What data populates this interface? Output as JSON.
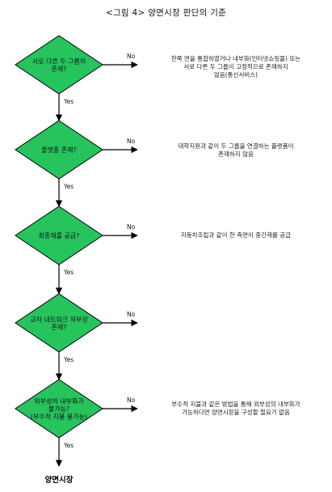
{
  "title": "<그림 4> 양면시장 판단의 기준",
  "colors": {
    "diamond_fill": "#27c45e",
    "stroke": "#000000"
  },
  "steps": [
    {
      "question": [
        "서로 다른 두 그룹이",
        "존재?"
      ],
      "no_label": "No",
      "yes_label": "Yes",
      "no_note": [
        "한쪽 면을 통합하였거나 내부화(인터넷쇼핑몰) 또는",
        "서로 다른 두 그룹이 고정적으로 존재하지",
        "않음(통신서비스)"
      ]
    },
    {
      "question": [
        "플랫폼 존재?"
      ],
      "no_label": "No",
      "yes_label": "Yes",
      "no_note": [
        "대학지원과 같이 두 그룹을 연결하는 플랫폼이",
        "존재하지 않음"
      ]
    },
    {
      "question": [
        "최종재를 공급?"
      ],
      "no_label": "No",
      "yes_label": "Yes",
      "no_note": [
        "자동차조립과 같이 한 측면이 중간재를 공급"
      ]
    },
    {
      "question": [
        "교차 네트워크 외부성",
        "존재?"
      ],
      "no_label": "No",
      "yes_label": "Yes",
      "no_note": []
    },
    {
      "question": [
        "외부성의 내부화가",
        "불가능?",
        "(부수적 지불 불가능)"
      ],
      "no_label": "No",
      "yes_label": "Yes",
      "no_note": [
        "부수적 지불과 같은 방법을 통해 외부성의 내부화가",
        "가능하다면 양면시장을 구성할 필요가 없음"
      ]
    }
  ],
  "result": "양면시장"
}
